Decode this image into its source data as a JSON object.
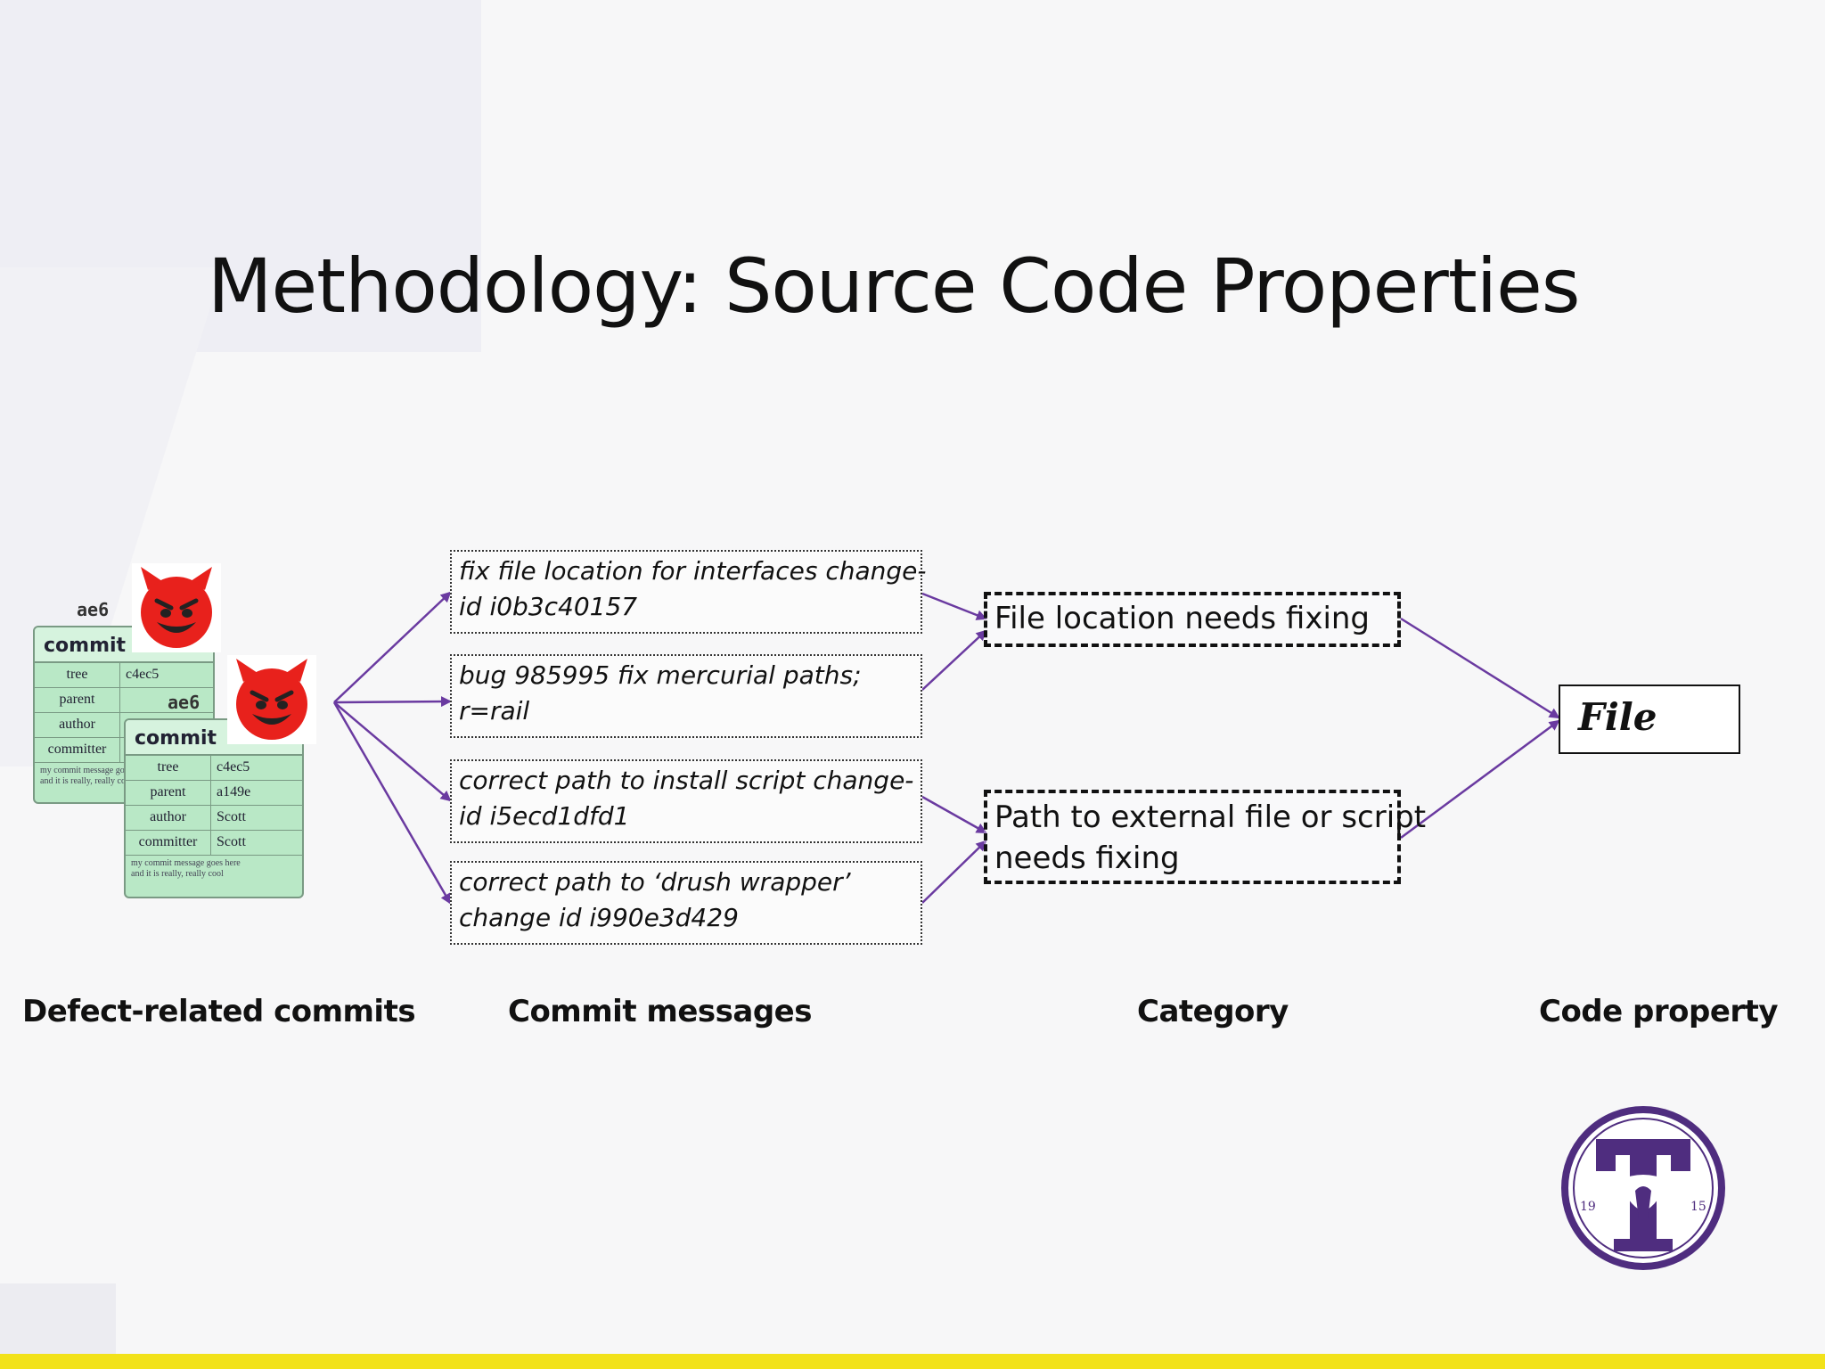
{
  "slide": {
    "title": "Methodology: Source Code Properties"
  },
  "commit_cards": [
    {
      "hash": "ae6",
      "header": "commit",
      "rows": [
        {
          "key": "tree",
          "value": "c4ec5"
        },
        {
          "key": "parent",
          "value": ""
        },
        {
          "key": "author",
          "value": ""
        },
        {
          "key": "committer",
          "value": ""
        }
      ],
      "message": [
        "my commit message goes here",
        "and it is really, really cool"
      ]
    },
    {
      "hash": "ae6",
      "header": "commit",
      "rows": [
        {
          "key": "tree",
          "value": "c4ec5"
        },
        {
          "key": "parent",
          "value": "a149e"
        },
        {
          "key": "author",
          "value": "Scott"
        },
        {
          "key": "committer",
          "value": "Scott"
        }
      ],
      "message": [
        "my commit message goes here",
        "and it is really, really cool"
      ]
    }
  ],
  "commit_messages": [
    {
      "lines": [
        "fix file location for interfaces change-",
        "id   i0b3c40157"
      ]
    },
    {
      "lines": [
        "bug 985995   fix mercurial paths;",
        "r=rail"
      ]
    },
    {
      "lines": [
        "correct path to install script change-",
        "id   i5ecd1dfd1"
      ]
    },
    {
      "lines": [
        "correct path to ‘drush wrapper’",
        "change id i990e3d429"
      ]
    }
  ],
  "categories": [
    {
      "lines": [
        "File location needs fixing"
      ]
    },
    {
      "lines": [
        "Path to external file or script",
        "needs fixing"
      ]
    }
  ],
  "code_property": "File",
  "column_labels": {
    "commits": "Defect-related commits",
    "messages": "Commit messages",
    "category": "Category",
    "property": "Code property"
  },
  "logo": {
    "year_left": "19",
    "year_right": "15"
  },
  "colors": {
    "arrow": "#6a3aa0",
    "logo": "#4f2d7f",
    "accent_bar": "#f2e21a",
    "devil": "#e8211c",
    "card": "#b9e8c6"
  },
  "icons": [
    "devil-emoji-icon",
    "university-seal-icon"
  ]
}
